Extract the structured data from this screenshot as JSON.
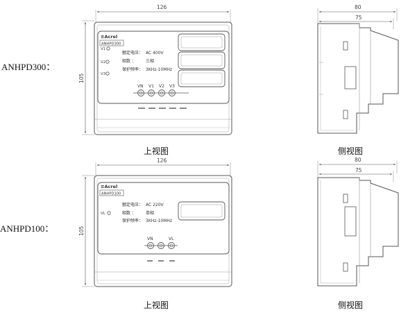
{
  "devices": [
    {
      "model": "ANHPD300：",
      "top_view": {
        "caption": "上视图",
        "width_dim": "126",
        "height_dim": "105",
        "brand": "≡Acrel",
        "model_tag": "ANHPD300",
        "phase_labels": [
          "V1",
          "V2",
          "V3"
        ],
        "specs": [
          {
            "label": "额定电压：",
            "value": "AC 400V"
          },
          {
            "label": "相数   ：",
            "value": "三相"
          },
          {
            "label": "保护频率：",
            "value": "3KHz-10MHz"
          }
        ],
        "terminals": [
          "VN",
          "V1",
          "V2",
          "V3"
        ]
      },
      "side_view": {
        "caption": "侧视图",
        "depth_dim": "80",
        "body_dim": "75"
      }
    },
    {
      "model": "ANHPD100：",
      "top_view": {
        "caption": "上视图",
        "width_dim": "126",
        "height_dim": "105",
        "brand": "≡Acrel",
        "model_tag": "ANHPD100",
        "phase_labels": [
          "VL"
        ],
        "specs": [
          {
            "label": "额定电压：",
            "value": "AC 220V"
          },
          {
            "label": "相数   ：",
            "value": "单相"
          },
          {
            "label": "保护频率：",
            "value": "3KHz-10MHz"
          }
        ],
        "terminals": [
          "VN",
          "VL"
        ]
      },
      "side_view": {
        "caption": "侧视图",
        "depth_dim": "80",
        "body_dim": "75"
      }
    }
  ]
}
